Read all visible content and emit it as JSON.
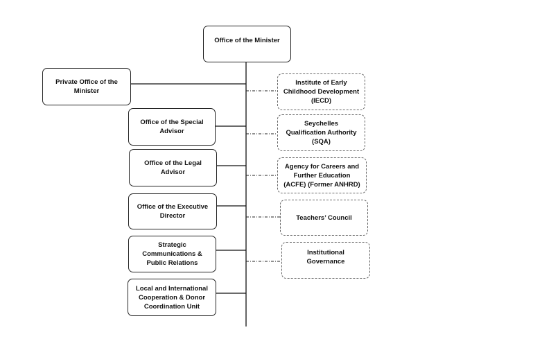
{
  "diagram": {
    "root": {
      "label": "Office of the Minister"
    },
    "left_units": [
      {
        "label": "Private Office of the Minister"
      },
      {
        "label": "Office of the Special Advisor"
      },
      {
        "label": "Office of the Legal Advisor"
      },
      {
        "label": "Office of the Executive Director"
      },
      {
        "label": "Strategic Communications & Public Relations"
      },
      {
        "label": "Local and International Cooperation & Donor Coordination Unit"
      }
    ],
    "right_agencies": [
      {
        "label": "Institute of Early Childhood Development (IECD)"
      },
      {
        "label": "Seychelles Qualification Authority (SQA)"
      },
      {
        "label": "Agency for Careers and Further Education (ACFE) (Former ANHRD)"
      },
      {
        "label": "Teachers’ Council"
      },
      {
        "label": "Institutional Governance"
      }
    ]
  }
}
